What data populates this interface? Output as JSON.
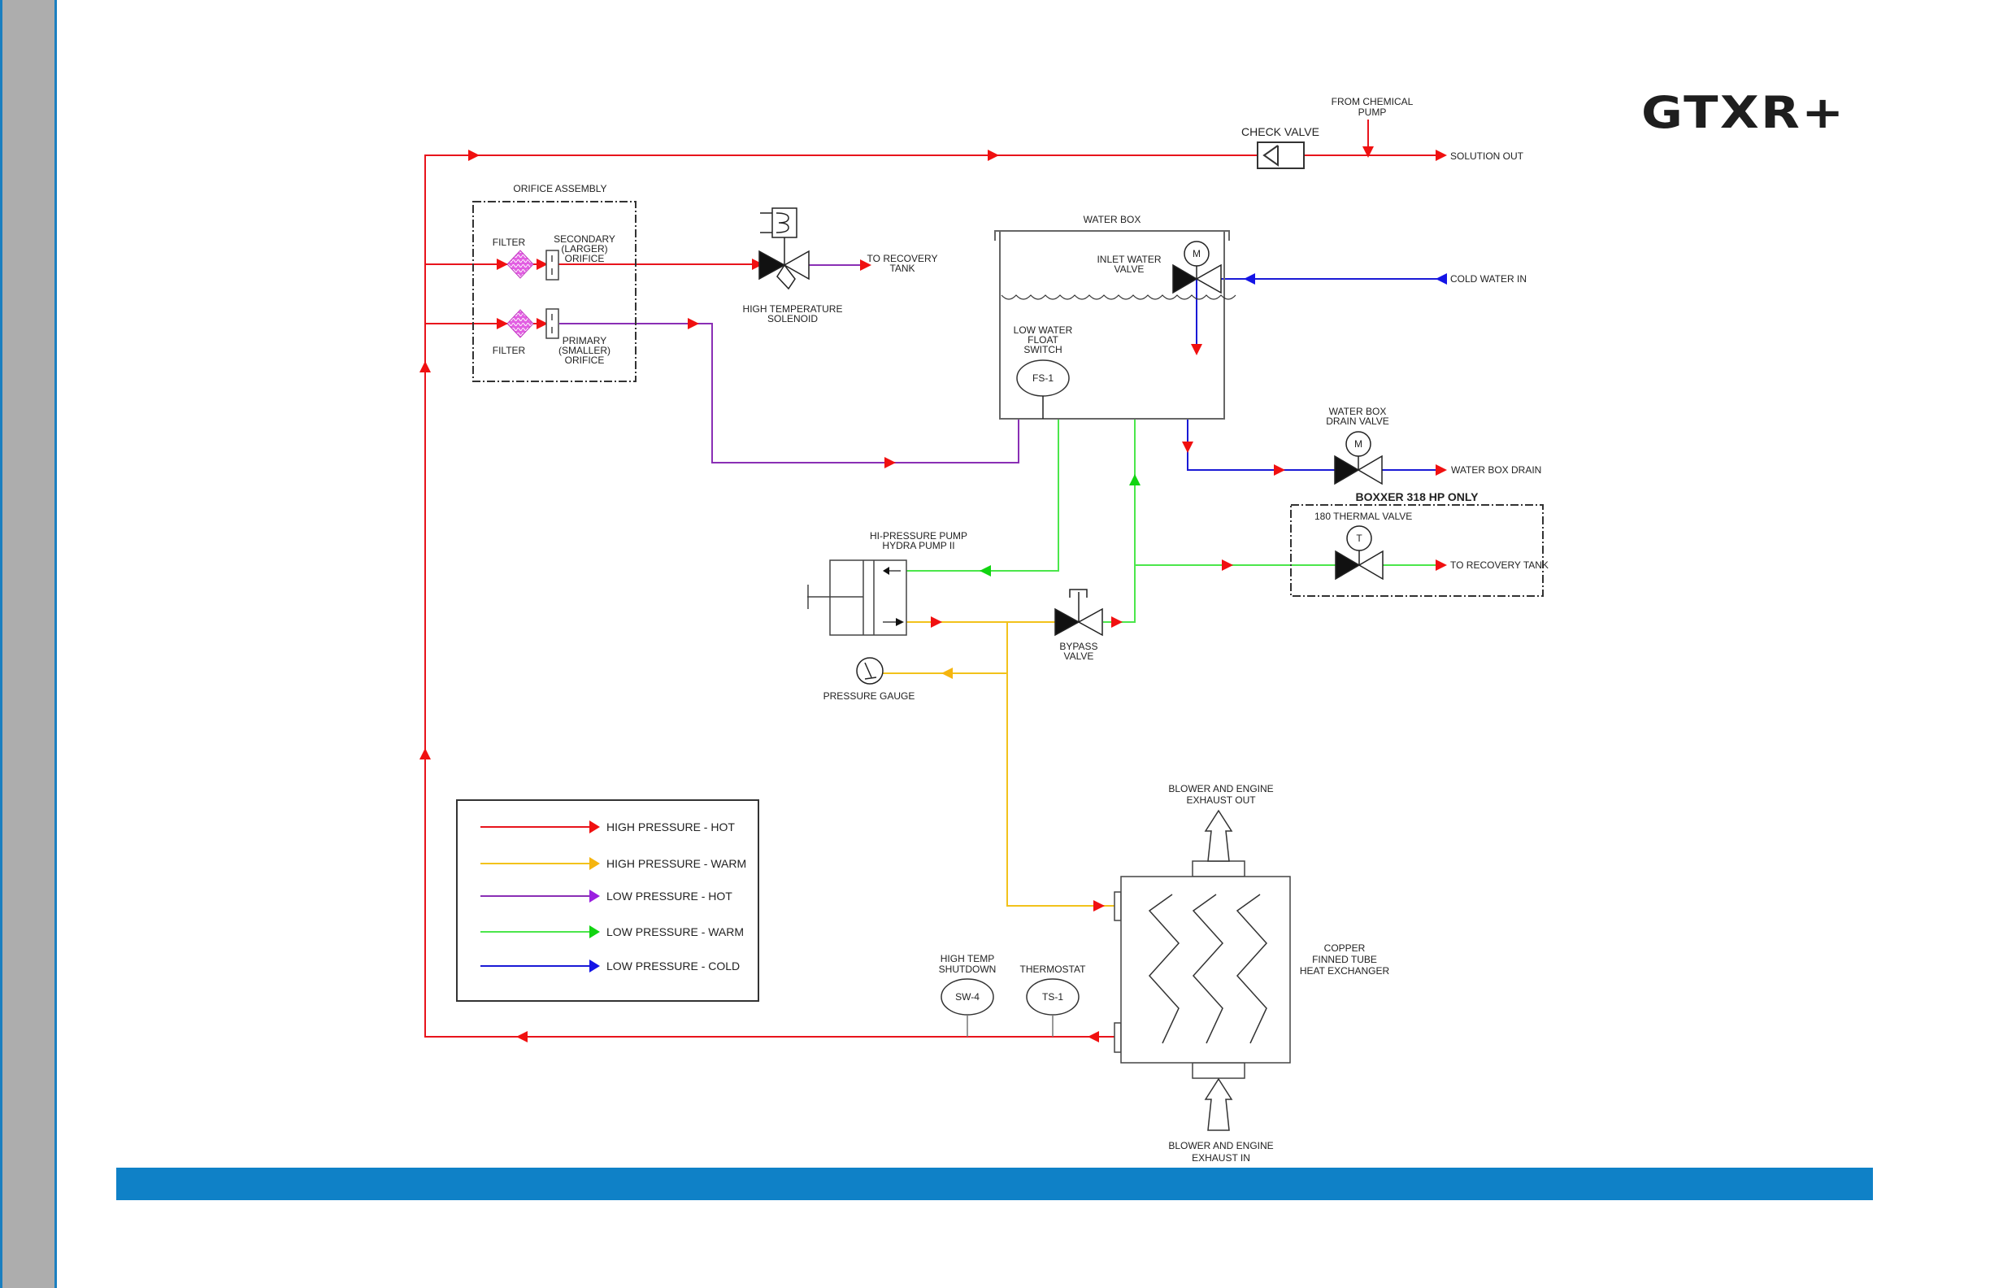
{
  "brand": {
    "logo_text": "GTXR+"
  },
  "colors": {
    "high_pressure_hot": "#e8141c",
    "high_pressure_warm": "#f2c21b",
    "low_pressure_hot": "#8a2fb5",
    "low_pressure_warm": "#4be64b",
    "low_pressure_cold": "#1a1ad6",
    "arrow_red": "#f01010",
    "arrow_green": "#11d411",
    "arrow_yellow": "#f5b50f",
    "arrow_purple": "#9b1fe0",
    "arrow_blue": "#1414e6",
    "footer_bar": "#0f81c7",
    "sidebar": "#adadad"
  },
  "labels": {
    "check_valve": "CHECK VALVE",
    "from_chemical_pump": [
      "FROM CHEMICAL",
      "PUMP"
    ],
    "solution_out": "SOLUTION OUT",
    "orifice_assembly": "ORIFICE ASSEMBLY",
    "filter_top": "FILTER",
    "filter_bottom": "FILTER",
    "secondary_orifice": [
      "SECONDARY",
      "(LARGER)",
      "ORIFICE"
    ],
    "primary_orifice": [
      "PRIMARY",
      "(SMALLER)",
      "ORIFICE"
    ],
    "high_temp_solenoid": [
      "HIGH TEMPERATURE",
      "SOLENOID"
    ],
    "to_recovery_tank_top": [
      "TO RECOVERY",
      "TANK"
    ],
    "water_box": "WATER BOX",
    "inlet_water_valve": [
      "INLET WATER",
      "VALVE"
    ],
    "inlet_valve_actuator": "M",
    "cold_water_in": "COLD WATER IN",
    "low_water_float_switch": [
      "LOW WATER",
      "FLOAT",
      "SWITCH"
    ],
    "float_switch_tag": "FS-1",
    "water_box_drain_valve": [
      "WATER BOX",
      "DRAIN VALVE"
    ],
    "drain_valve_actuator": "M",
    "water_box_drain": "WATER BOX DRAIN",
    "boxxer_only": "BOXXER 318 HP ONLY",
    "thermal_valve": "180 THERMAL VALVE",
    "thermal_valve_actuator": "T",
    "to_recovery_tank_right": "TO RECOVERY TANK",
    "hi_pressure_pump": [
      "HI-PRESSURE PUMP",
      "HYDRA PUMP II"
    ],
    "bypass_valve": [
      "BYPASS",
      "VALVE"
    ],
    "pressure_gauge": "PRESSURE GAUGE",
    "exhaust_out": [
      "BLOWER AND ENGINE",
      "EXHAUST OUT"
    ],
    "exhaust_in": [
      "BLOWER AND ENGINE",
      "EXHAUST IN"
    ],
    "heat_exchanger": [
      "COPPER",
      "FINNED TUBE",
      "HEAT EXCHANGER"
    ],
    "high_temp_shutdown": [
      "HIGH TEMP",
      "SHUTDOWN"
    ],
    "shutdown_tag": "SW-4",
    "thermostat": "THERMOSTAT",
    "thermostat_tag": "TS-1"
  },
  "legend": [
    {
      "label": "HIGH PRESSURE - HOT",
      "line": "#e8141c",
      "arrow": "#f01010"
    },
    {
      "label": "HIGH PRESSURE - WARM",
      "line": "#f2c21b",
      "arrow": "#f5b50f"
    },
    {
      "label": "LOW PRESSURE - HOT",
      "line": "#8a2fb5",
      "arrow": "#9b1fe0"
    },
    {
      "label": "LOW PRESSURE - WARM",
      "line": "#4be64b",
      "arrow": "#11d411"
    },
    {
      "label": "LOW PRESSURE - COLD",
      "line": "#1a1ad6",
      "arrow": "#1414e6"
    }
  ]
}
